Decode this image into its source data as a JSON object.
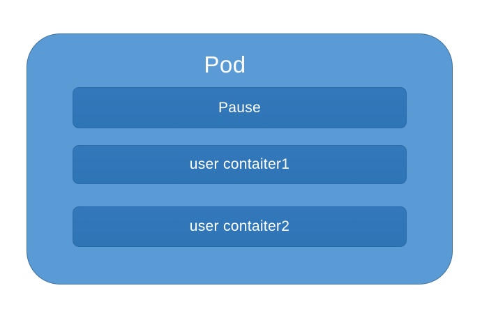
{
  "diagram": {
    "pod": {
      "title": "Pod",
      "containers": [
        {
          "label": "Pause"
        },
        {
          "label": "user contaiter1"
        },
        {
          "label": "user contaiter2"
        }
      ]
    },
    "colors": {
      "pod_fill": "#5B9BD5",
      "pod_border": "#41719C",
      "container_fill": "#2E75B6",
      "text": "#FFFFFF"
    }
  }
}
